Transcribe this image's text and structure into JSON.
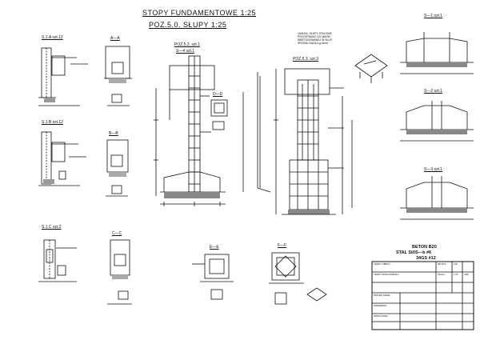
{
  "title": {
    "line1": "STOPY FUNDAMENTOWE 1:25",
    "line2": "POZ.5.0. SŁUPY 1:25"
  },
  "sections": {
    "s1a": "S.1.A szt.12",
    "aa": "A—A",
    "poz52": "POZ.5.2. szt.1",
    "s4": "S—4 szt.1",
    "dd": "D—D",
    "poz53": "POZ.5.3. szt.3",
    "s1": "S—1 szt.1",
    "s1b": "S.1.B szt.12",
    "bb": "B—B",
    "s2": "S—2 szt.1",
    "s3": "S—3 szt.1",
    "s1c": "S.1.C szt.2",
    "cc": "C—C",
    "ee": "E—E",
    "ff": "F—F"
  },
  "note": "UWAGA: SŁUPY STALOWE PRZYSPAWAĆ DO MARKI WBETONOWANEJ W SŁUP, SPOINA CIĄGŁA g=5mm",
  "materials": {
    "line1": "BETON B20",
    "line2": "STAL St0S—b #6",
    "line3": "34GS #12"
  },
  "title_block": {
    "rows": [
      [
        "TEMAT: OBIEKT ...",
        "",
        "NR RYS.",
        "11/k"
      ],
      [
        "TEMAT OPRACOWANIA:",
        "SKALA",
        "1:25",
        "ARK."
      ],
      [
        "PROJEKTOWAŁ:",
        "",
        "",
        ""
      ],
      [
        "SPRAWDZIŁ:",
        "",
        "",
        ""
      ],
      [
        "OPRACOWAŁ:",
        "",
        "",
        ""
      ],
      [
        "",
        "",
        "",
        ""
      ]
    ]
  }
}
